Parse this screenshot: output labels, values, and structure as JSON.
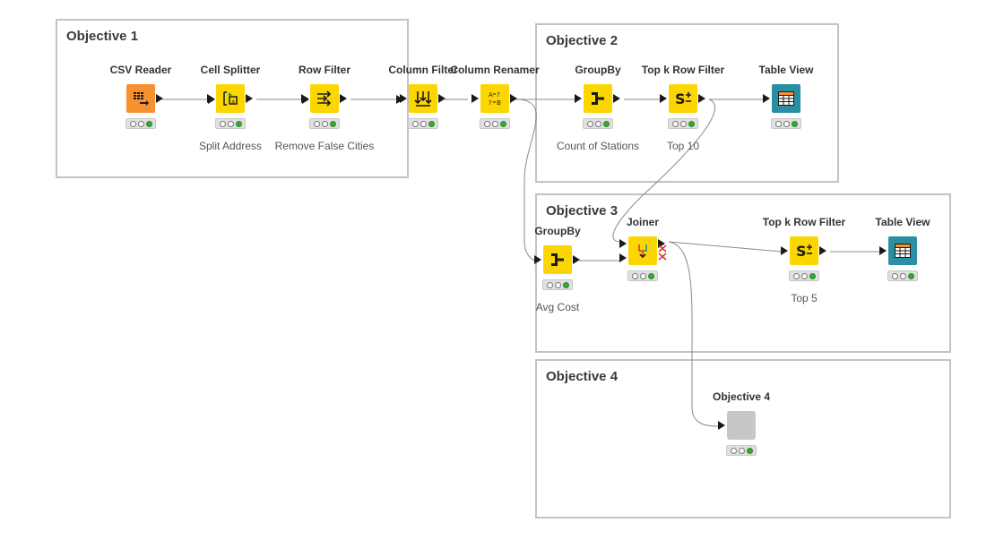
{
  "annotations": [
    {
      "title": "Objective 1"
    },
    {
      "title": "Objective 2"
    },
    {
      "title": "Objective 3"
    },
    {
      "title": "Objective 4"
    }
  ],
  "nodes": {
    "csv_reader": {
      "name": "CSV Reader",
      "label": "",
      "icon": "csv-reader-icon"
    },
    "cell_splitter": {
      "name": "Cell Splitter",
      "label": "Split Address",
      "icon": "cell-splitter-icon"
    },
    "row_filter": {
      "name": "Row Filter",
      "label": "Remove False Cities",
      "icon": "row-filter-icon"
    },
    "column_filter": {
      "name": "Column Filter",
      "label": "",
      "icon": "column-filter-icon"
    },
    "column_renamer": {
      "name": "Column Renamer",
      "label": "",
      "icon": "column-renamer-icon"
    },
    "groupby_2": {
      "name": "GroupBy",
      "label": "Count of Stations",
      "icon": "groupby-icon"
    },
    "topk_2": {
      "name": "Top k Row Filter",
      "label": "Top 10",
      "icon": "top-k-icon"
    },
    "tableview_2": {
      "name": "Table View",
      "label": "",
      "icon": "table-view-icon"
    },
    "groupby_3": {
      "name": "GroupBy",
      "label": "Avg Cost",
      "icon": "groupby-icon"
    },
    "joiner": {
      "name": "Joiner",
      "label": "",
      "icon": "joiner-icon"
    },
    "topk_3": {
      "name": "Top k Row Filter",
      "label": "Top 5",
      "icon": "top-k-icon"
    },
    "tableview_3": {
      "name": "Table View",
      "label": "",
      "icon": "table-view-icon"
    },
    "objective4": {
      "name": "Objective 4",
      "label": "",
      "icon": "component-icon"
    }
  },
  "colors": {
    "source": "#f7912f",
    "manipulator": "#fcd600",
    "view": "#2a8fa3",
    "component": "#c5c7c9",
    "link": "#8a8a8a",
    "status_green": "#3aa635"
  }
}
